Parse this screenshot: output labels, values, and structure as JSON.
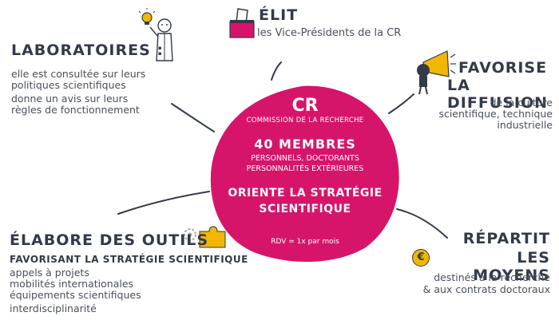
{
  "colors": {
    "accent": "#d6156a",
    "ink": "#333a48",
    "text": "#4a4f5a",
    "yellow": "#f2b705"
  },
  "center": {
    "title": "CR",
    "subtitle": "COMMISSION DE LA RECHERCHE",
    "members": "40 MEMBRES",
    "members_line1": "PERSONNELS, DOCTORANTS",
    "members_line2": "PERSONNALITÉS EXTÉRIEURES",
    "strategy_line1": "ORIENTE LA STRATÉGIE",
    "strategy_line2": "SCIENTIFIQUE",
    "rdv": "RDV ≃ 1x par mois"
  },
  "elit": {
    "title": "ÉLIT",
    "text": "les Vice-Présidents de la CR",
    "icon": "ballot-box-icon"
  },
  "laboratoires": {
    "title": "LABORATOIRES :",
    "lines": [
      "elle est consultée sur leurs",
      "politiques scientifiques",
      "donne un avis sur leurs",
      "règles de fonctionnement"
    ],
    "icon": "person-lightbulb-icon"
  },
  "favorise": {
    "title_line1": "FAVORISE",
    "title_line2": "LA DIFFUSION",
    "lines": [
      "de la culture",
      "scientifique, technique",
      "industrielle"
    ],
    "icon": "megaphone-icon"
  },
  "elabore": {
    "title": "ÉLABORE DES OUTILS",
    "subtitle": "FAVORISANT LA STRATÉGIE SCIENTIFIQUE",
    "lines": [
      "appels à projets",
      "mobilités internationales",
      "équipements scientifiques",
      "interdisciplinarité"
    ],
    "icon": "gears-puzzle-icon"
  },
  "repartit": {
    "title_line1": "RÉPARTIT",
    "title_line2": "LES MOYENS",
    "lines": [
      "destinés à la recherche",
      "& aux contrats doctoraux"
    ],
    "icon": "euro-coin-icon",
    "coin_symbol": "€"
  }
}
